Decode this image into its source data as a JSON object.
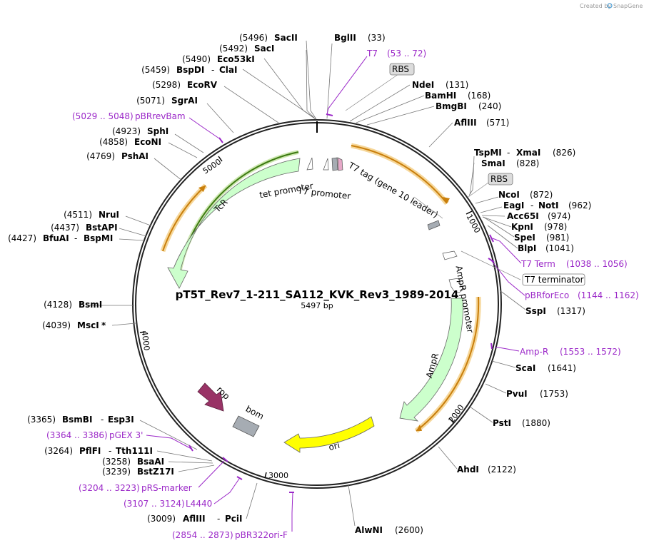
{
  "plasmid": {
    "name": "pT5T_Rev7_1-211_SA112_KVK_Rev3_1989-2014",
    "length_label": "5497 bp",
    "length": 5497
  },
  "credit": {
    "created_by": "Created by",
    "app": "SnapGene"
  },
  "ticks": [
    "1000",
    "2000",
    "3000",
    "4000",
    "5000"
  ],
  "enzymes": [
    {
      "pos": "(5496)",
      "name": "SacII"
    },
    {
      "pos": "(5492)",
      "name": "SacI"
    },
    {
      "pos": "(5490)",
      "name": "Eco53kI"
    },
    {
      "pos": "(5459)",
      "name": "BspDI",
      "sep": "-",
      "name2": "ClaI"
    },
    {
      "pos": "(5298)",
      "name": "EcoRV"
    },
    {
      "pos": "(5071)",
      "name": "SgrAI"
    },
    {
      "pos": "(4923)",
      "name": "SphI"
    },
    {
      "pos": "(4858)",
      "name": "EcoNI"
    },
    {
      "pos": "(4769)",
      "name": "PshAI"
    },
    {
      "pos": "(4511)",
      "name": "NruI"
    },
    {
      "pos": "(4437)",
      "name": "BstAPI"
    },
    {
      "pos": "(4427)",
      "name": "BfuAI",
      "sep": "-",
      "name2": "BspMI"
    },
    {
      "pos": "(4128)",
      "name": "BsmI"
    },
    {
      "pos": "(4039)",
      "name": "MscI",
      "star": "*"
    },
    {
      "pos": "(3365)",
      "name": "BsmBI",
      "sep": "-",
      "name2": "Esp3I"
    },
    {
      "pos": "(3264)",
      "name": "PflFI",
      "sep": "-",
      "name2": "Tth111I"
    },
    {
      "pos": "(3258)",
      "name": "BsaAI"
    },
    {
      "pos": "(3239)",
      "name": "BstZ17I"
    },
    {
      "pos": "(3009)",
      "name": "AflIII",
      "sep": "-",
      "name2": "PciI"
    },
    {
      "name": "BglII",
      "pos": "(33)"
    },
    {
      "name": "NdeI",
      "pos": "(131)"
    },
    {
      "name": "BamHI",
      "pos": "(168)"
    },
    {
      "name": "BmgBI",
      "pos": "(240)"
    },
    {
      "name": "AflIII",
      "pos": "(571)"
    },
    {
      "name": "TspMI",
      "sep": "-",
      "name2": "XmaI",
      "pos": "(826)"
    },
    {
      "name": "SmaI",
      "pos": "(828)"
    },
    {
      "name": "NcoI",
      "pos": "(872)"
    },
    {
      "name": "EagI",
      "sep": "-",
      "name2": "NotI",
      "pos": "(962)"
    },
    {
      "name": "Acc65I",
      "pos": "(974)"
    },
    {
      "name": "KpnI",
      "pos": "(978)"
    },
    {
      "name": "SpeI",
      "pos": "(981)"
    },
    {
      "name": "BlpI",
      "pos": "(1041)"
    },
    {
      "name": "SspI",
      "pos": "(1317)"
    },
    {
      "name": "ScaI",
      "pos": "(1641)"
    },
    {
      "name": "PvuI",
      "pos": "(1753)"
    },
    {
      "name": "PstI",
      "pos": "(1880)"
    },
    {
      "name": "AhdI",
      "pos": "(2122)"
    },
    {
      "name": "AlwNI",
      "pos": "(2600)"
    }
  ],
  "primers": [
    {
      "name": "T7",
      "range": "(53 .. 72)"
    },
    {
      "name": "T7 Term",
      "range": "(1038 .. 1056)"
    },
    {
      "name": "pBRforEco",
      "range": "(1144 .. 1162)"
    },
    {
      "name": "Amp-R",
      "range": "(1553 .. 1572)"
    },
    {
      "range": "(5029 .. 5048)",
      "name": "pBRrevBam"
    },
    {
      "range": "(3364 .. 3386)",
      "name": "pGEX 3'"
    },
    {
      "range": "(3204 .. 3223)",
      "name": "pRS-marker"
    },
    {
      "range": "(3107 .. 3124)",
      "name": "L4440"
    },
    {
      "range": "(2854 .. 2873)",
      "name": "pBR322ori-F"
    }
  ],
  "boxed_labels": [
    "RBS",
    "RBS",
    "T7 terminator"
  ],
  "features": [
    "tet promoter",
    "T7 promoter",
    "T7 tag (gene 10 leader)",
    "AmpR promoter",
    "TcR",
    "AmpR",
    "ori",
    "rop",
    "bom"
  ],
  "colors": {
    "enzyme": "#000000",
    "primer": "#9b28c8",
    "resistance": "#ccffcc",
    "ori": "#ffff00",
    "rop": "#993366",
    "misc": "#a6acb3",
    "orf_arrow": "#c97f0c"
  }
}
